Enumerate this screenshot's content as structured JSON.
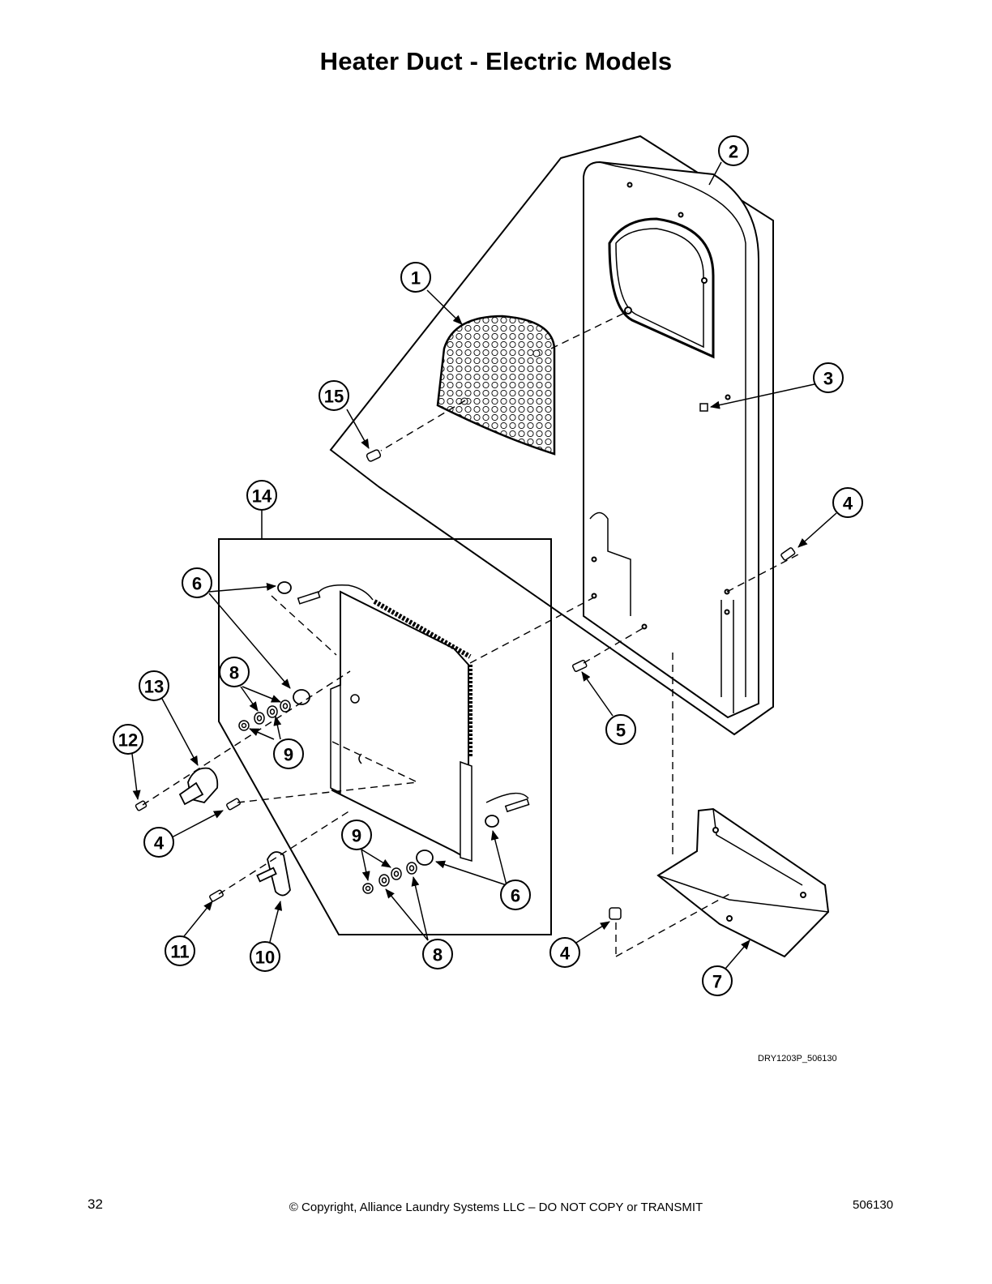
{
  "title": "Heater Duct - Electric Models",
  "figure_id": "DRY1203P_506130",
  "callouts": [
    "1",
    "2",
    "3",
    "4",
    "5",
    "6",
    "7",
    "8",
    "9",
    "10",
    "11",
    "12",
    "13",
    "14",
    "15"
  ],
  "footer": {
    "page_number": "32",
    "copyright": "© Copyright, Alliance Laundry Systems LLC – DO NOT COPY or TRANSMIT",
    "doc_number": "506130"
  }
}
